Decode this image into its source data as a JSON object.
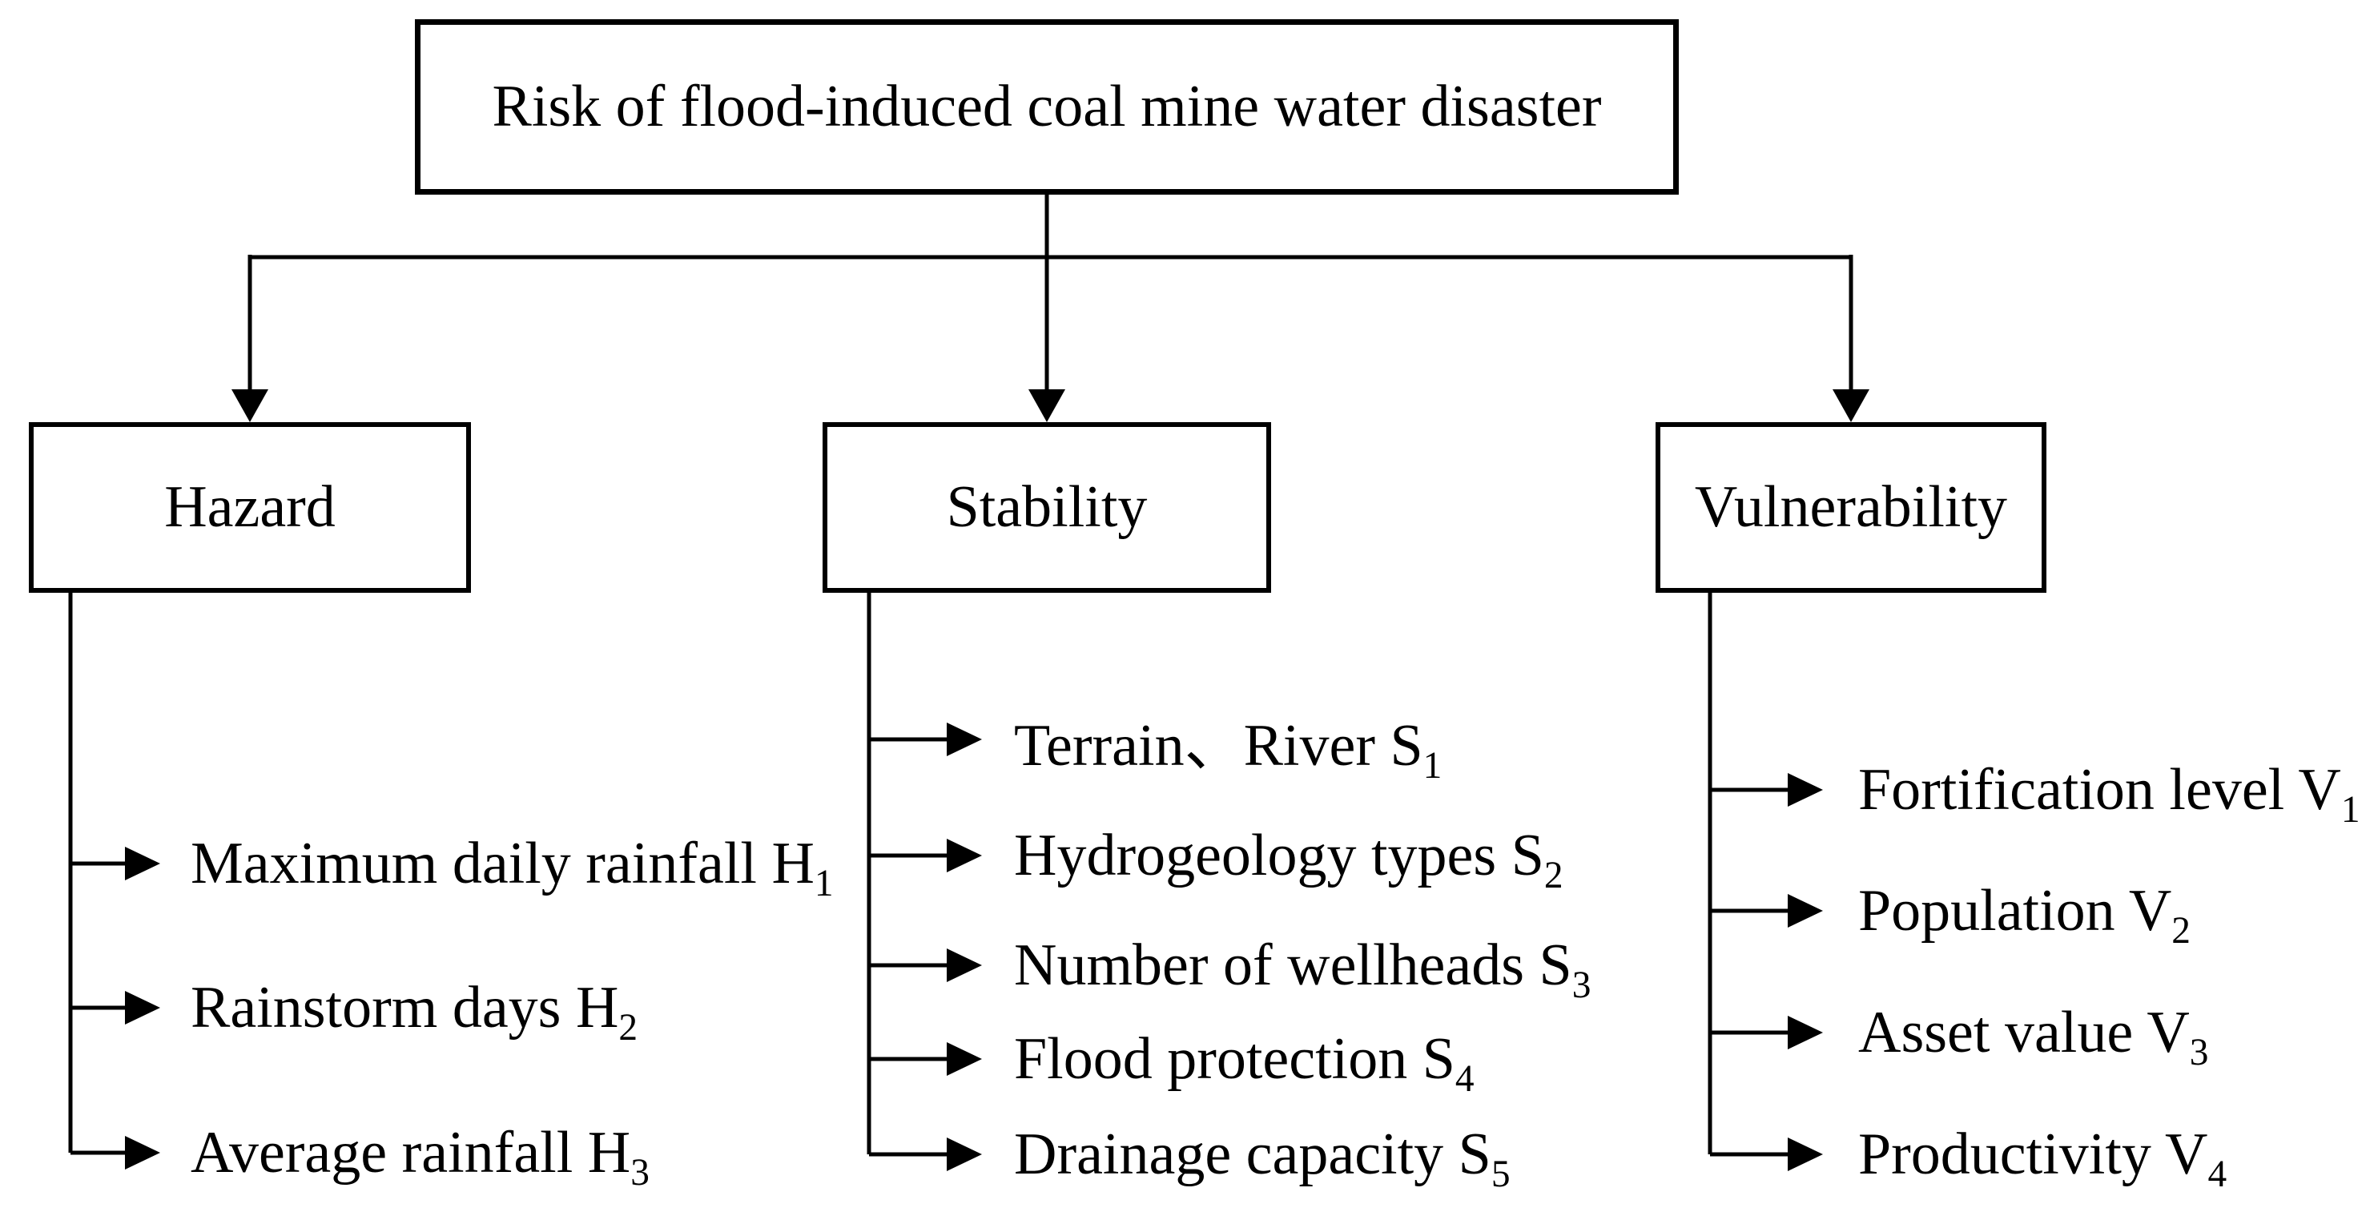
{
  "diagram": {
    "root_label": "Risk of flood-induced coal mine water disaster",
    "branches": [
      {
        "label": "Hazard",
        "items": [
          {
            "text": "Maximum daily rainfall H",
            "subscript": "1"
          },
          {
            "text": "Rainstorm days H",
            "subscript": "2"
          },
          {
            "text": "Average rainfall H",
            "subscript": "3"
          }
        ]
      },
      {
        "label": "Stability",
        "items": [
          {
            "text": "Terrain、River S",
            "subscript": "1"
          },
          {
            "text": "Hydrogeology types S",
            "subscript": "2"
          },
          {
            "text": "Number of wellheads S",
            "subscript": "3"
          },
          {
            "text": "Flood protection S",
            "subscript": "4"
          },
          {
            "text": "Drainage capacity S",
            "subscript": "5"
          }
        ]
      },
      {
        "label": "Vulnerability",
        "items": [
          {
            "text": "Fortification level V",
            "subscript": "1"
          },
          {
            "text": "Population V",
            "subscript": "2"
          },
          {
            "text": "Asset value V",
            "subscript": "3"
          },
          {
            "text": "Productivity V",
            "subscript": "4"
          }
        ]
      }
    ],
    "icons": {
      "arrow_down": "▼",
      "arrow_right": "►"
    },
    "colors": {
      "line": "#000000",
      "text": "#000000",
      "background": "#ffffff"
    }
  }
}
